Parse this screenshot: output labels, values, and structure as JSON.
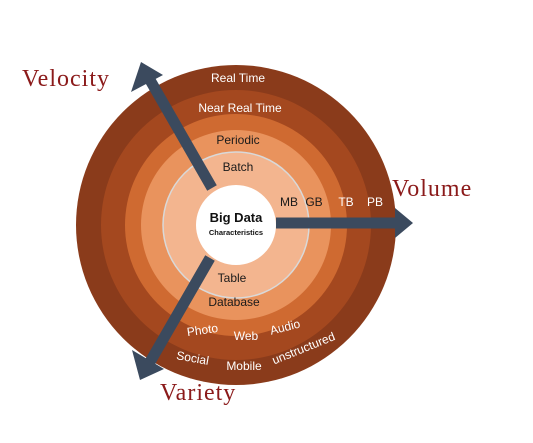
{
  "center": {
    "title": "Big Data",
    "subtitle": "Characteristics"
  },
  "axes": {
    "velocity": "Velocity",
    "volume": "Volume",
    "variety": "Variety"
  },
  "velocity_items": {
    "real_time": "Real Time",
    "near_real_time": "Near Real Time",
    "periodic": "Periodic",
    "batch": "Batch"
  },
  "volume_items": {
    "mb": "MB",
    "gb": "GB",
    "tb": "TB",
    "pb": "PB"
  },
  "variety_items": {
    "table": "Table",
    "database": "Database",
    "photo": "Photo",
    "web": "Web",
    "audio": "Audio",
    "social": "Social",
    "mobile": "Mobile",
    "unstructured": "unstructured"
  },
  "colors": {
    "ring_outer": "#8a3b1b",
    "ring_2": "#a4481f",
    "ring_3": "#cf6a31",
    "ring_4": "#e9935d",
    "ring_5": "#f3b58f",
    "center": "#ffffff",
    "arrow": "#3b4a5e",
    "axis_label": "#8b1a1a"
  }
}
